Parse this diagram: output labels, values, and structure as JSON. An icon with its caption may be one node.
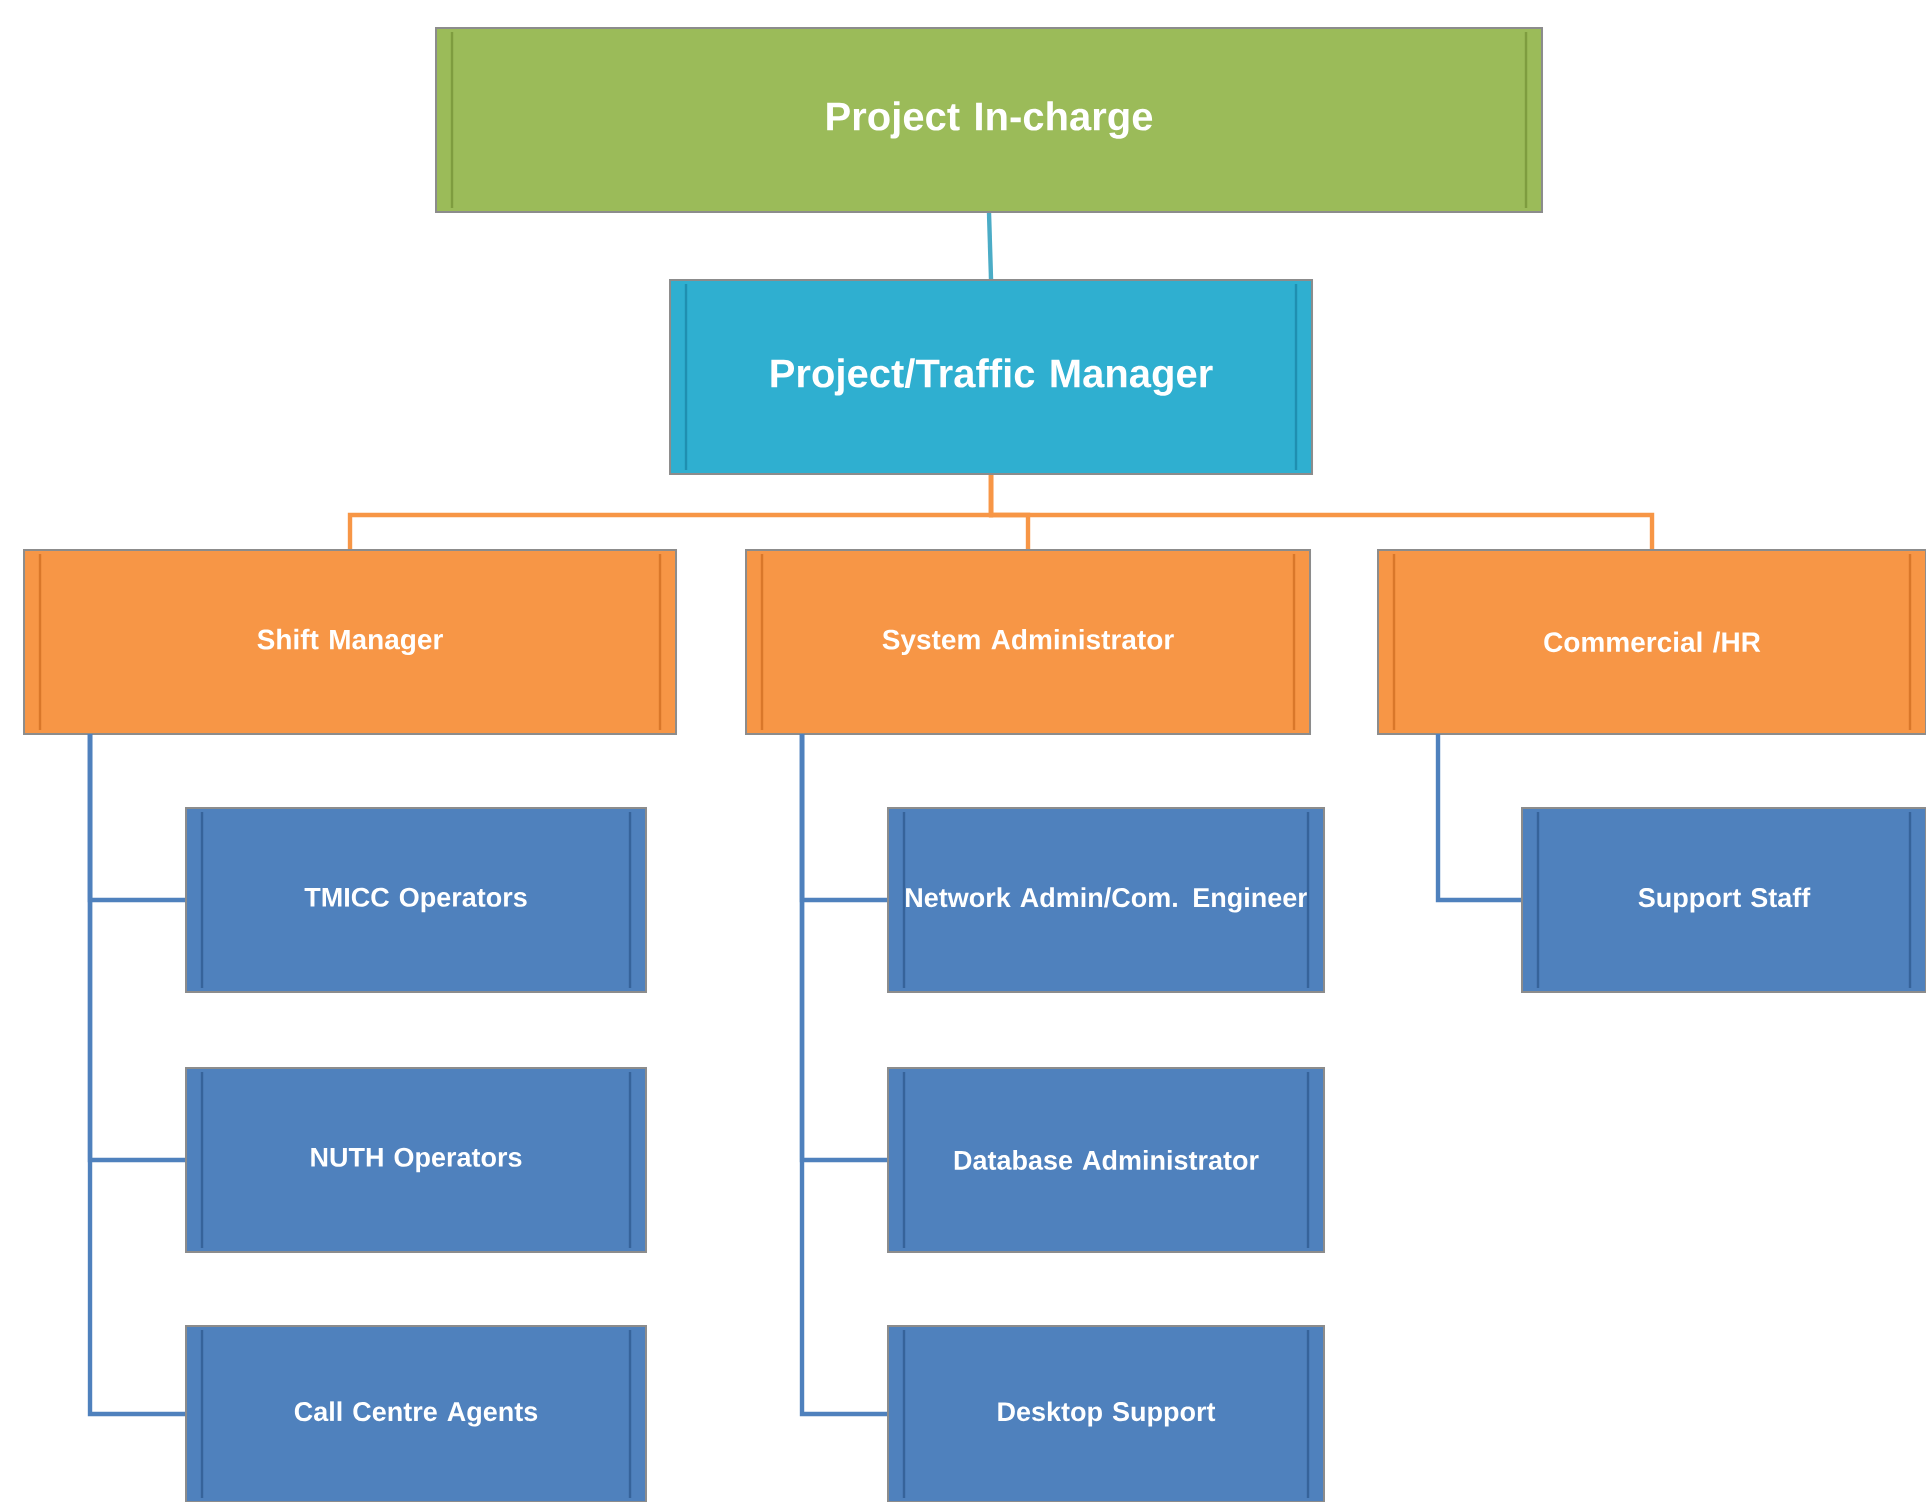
{
  "diagram": {
    "nodes": [
      {
        "text": [
          "Project In-charge"
        ]
      },
      {
        "text": [
          "Project/Traffic Manager"
        ]
      },
      {
        "text": [
          "Shift Manager"
        ]
      },
      {
        "text": [
          "System Administrator"
        ]
      },
      {
        "text": [
          "Commercial /HR"
        ]
      },
      {
        "text": [
          "TMICC Operators"
        ]
      },
      {
        "text": [
          "NUTH Operators"
        ]
      },
      {
        "text": [
          "Call Centre Agents"
        ]
      },
      {
        "text": [
          "Network Admin/Com. Engineer"
        ]
      },
      {
        "text": [
          "Database Administrator"
        ]
      },
      {
        "text": [
          "Desktop Support"
        ]
      },
      {
        "text": [
          "Support Staff"
        ]
      }
    ],
    "edges": [
      {
        "from": 0,
        "to": 1,
        "arrow": "none",
        "color": "#4bacc6"
      },
      {
        "from": 1,
        "to": 2,
        "arrow": "none",
        "color": "#f79646"
      },
      {
        "from": 1,
        "to": 3,
        "arrow": "none",
        "color": "#f79646"
      },
      {
        "from": 1,
        "to": 4,
        "arrow": "none",
        "color": "#f79646"
      },
      {
        "from": 2,
        "to": 5,
        "arrow": "none"
      },
      {
        "from": 2,
        "to": 6,
        "arrow": "none"
      },
      {
        "from": 2,
        "to": 7,
        "arrow": "none"
      },
      {
        "from": 3,
        "to": 8,
        "arrow": "none"
      },
      {
        "from": 3,
        "to": 9,
        "arrow": "none"
      },
      {
        "from": 3,
        "to": 10,
        "arrow": "none"
      },
      {
        "from": 4,
        "to": 11,
        "arrow": "none"
      }
    ]
  }
}
